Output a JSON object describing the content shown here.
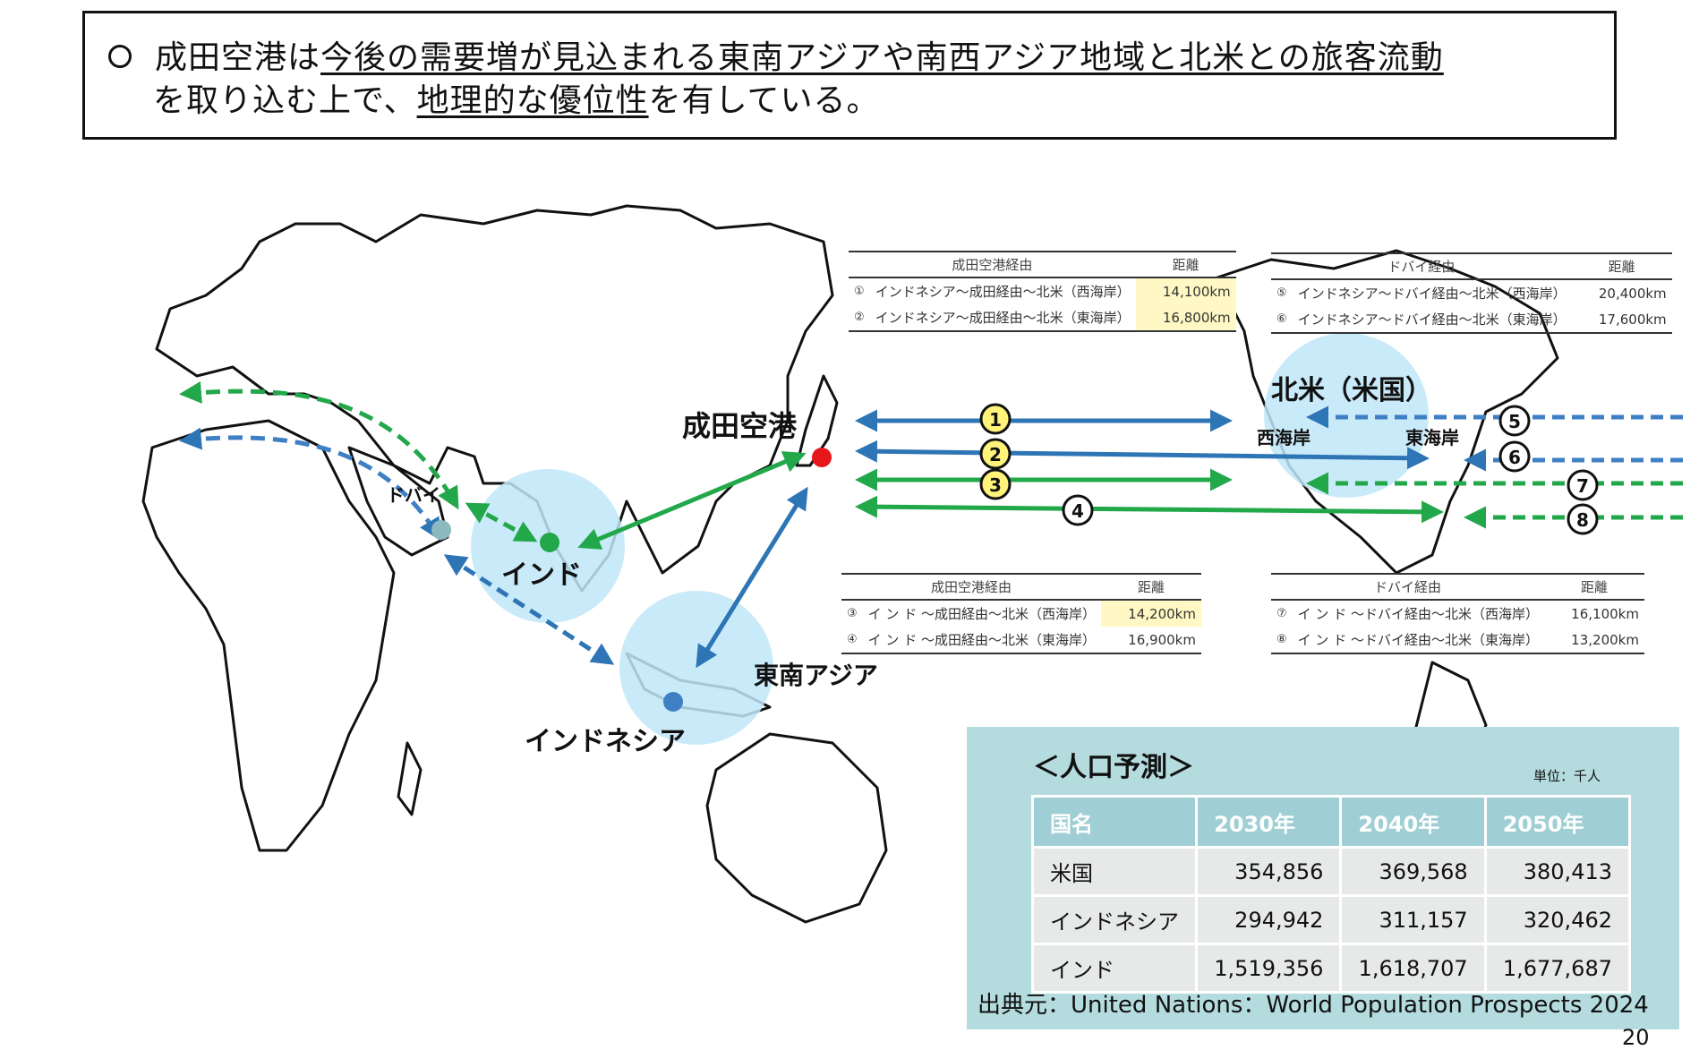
{
  "headline": {
    "part1": "成田空港は",
    "part2_underlined": "今後の需要増が見込まれる東南アジアや南西アジア地域と北米との旅客流動",
    "part3": "を取り込む上で、",
    "part4_underlined": "地理的な優位性",
    "part5": "を有している。"
  },
  "map_labels": {
    "narita": "成田空港",
    "dubai": "ドバイ",
    "india": "インド",
    "indonesia": "インドネシア",
    "southeast_asia": "東南アジア",
    "north_america": "北米（米国）",
    "west_coast": "西海岸",
    "east_coast": "東海岸"
  },
  "route_markers": [
    "1",
    "2",
    "3",
    "4",
    "5",
    "6",
    "7",
    "8"
  ],
  "tables": {
    "indonesia_narita": {
      "header": "成田空港経由",
      "dist_header": "距離",
      "rows": [
        {
          "num": "①",
          "route": "インドネシア～成田経由～北米（西海岸）",
          "dist": "14,100km",
          "highlight": true
        },
        {
          "num": "②",
          "route": "インドネシア～成田経由～北米（東海岸）",
          "dist": "16,800km",
          "highlight": true
        }
      ]
    },
    "indonesia_dubai": {
      "header": "ドバイ経由",
      "dist_header": "距離",
      "rows": [
        {
          "num": "⑤",
          "route": "インドネシア～ドバイ経由～北米（西海岸）",
          "dist": "20,400km",
          "highlight": false
        },
        {
          "num": "⑥",
          "route": "インドネシア～ドバイ経由～北米（東海岸）",
          "dist": "17,600km",
          "highlight": false
        }
      ]
    },
    "india_narita": {
      "header": "成田空港経由",
      "dist_header": "距離",
      "rows": [
        {
          "num": "③",
          "route": "イ ン ド ～成田経由～北米（西海岸）",
          "dist": "14,200km",
          "highlight": true
        },
        {
          "num": "④",
          "route": "イ ン ド ～成田経由～北米（東海岸）",
          "dist": "16,900km",
          "highlight": false
        }
      ]
    },
    "india_dubai": {
      "header": "ドバイ経由",
      "dist_header": "距離",
      "rows": [
        {
          "num": "⑦",
          "route": "イ ン ド ～ドバイ経由～北米（西海岸）",
          "dist": "16,100km",
          "highlight": false
        },
        {
          "num": "⑧",
          "route": "イ ン ド ～ドバイ経由～北米（東海岸）",
          "dist": "13,200km",
          "highlight": false
        }
      ]
    }
  },
  "population": {
    "title": "＜人口予測＞",
    "unit": "単位：千人",
    "headers": [
      "国名",
      "2030年",
      "2040年",
      "2050年"
    ],
    "rows": [
      [
        "米国",
        "354,856",
        "369,568",
        "380,413"
      ],
      [
        "インドネシア",
        "294,942",
        "311,157",
        "320,462"
      ],
      [
        "インド",
        "1,519,356",
        "1,618,707",
        "1,677,687"
      ]
    ],
    "source": "出典元：United Nations：World Population Prospects 2024"
  },
  "page_number": "20",
  "colors": {
    "blue": "#2e75b6",
    "green": "#22a84a",
    "narita_dot": "#e6161b",
    "india_dot": "#22a84a",
    "indonesia_dot": "#3f7fc4",
    "dubai_dot": "#8bb9bd",
    "region_circle": "#bfe6f7"
  }
}
